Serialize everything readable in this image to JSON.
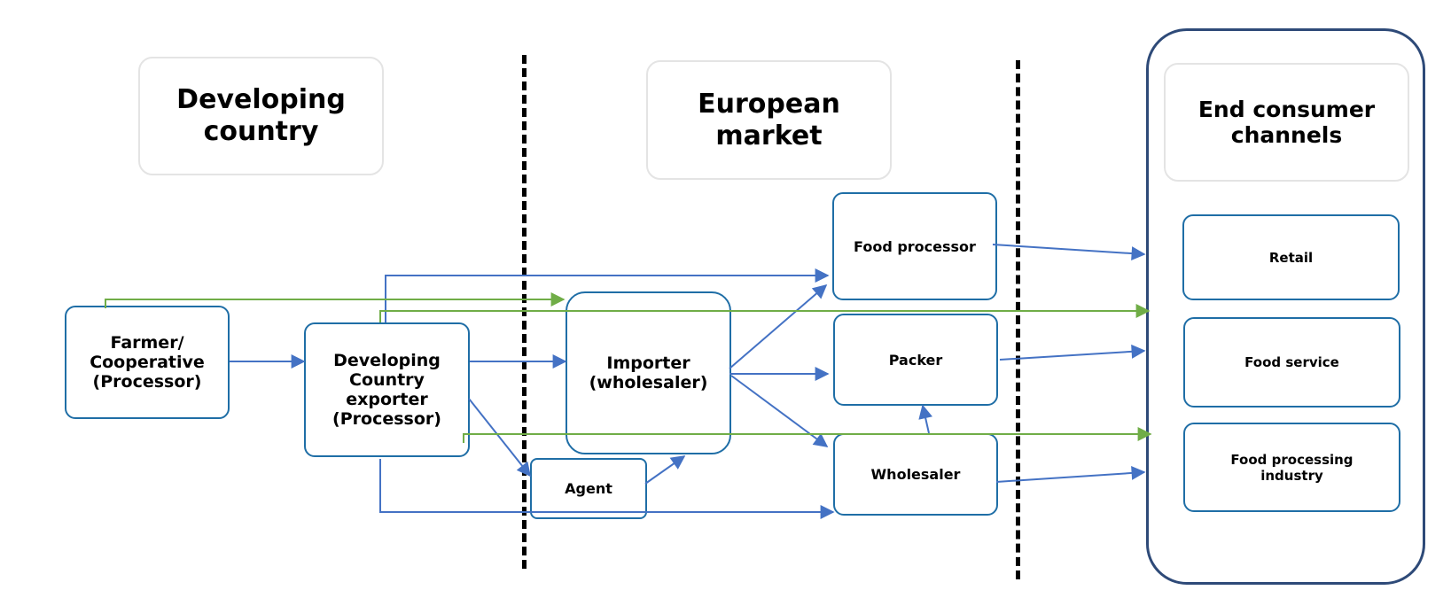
{
  "headers": {
    "developing_country": "Developing\ncountry",
    "european_market": "European\nmarket",
    "end_consumer": "End consumer\nchannels"
  },
  "nodes": {
    "farmer": "Farmer/\nCooperative\n(Processor)",
    "exporter": "Developing\nCountry\nexporter\n(Processor)",
    "importer": "Importer\n(wholesaler)",
    "agent": "Agent",
    "food_processor": "Food processor",
    "packer": "Packer",
    "wholesaler": "Wholesaler",
    "retail": "Retail",
    "food_service": "Food service",
    "food_processing_industry": "Food processing\nindustry"
  },
  "colors": {
    "blue_flow": "#4472c4",
    "green_flow": "#70ad47",
    "node_border": "#1f6ea6",
    "container_border": "#2e4a78"
  }
}
